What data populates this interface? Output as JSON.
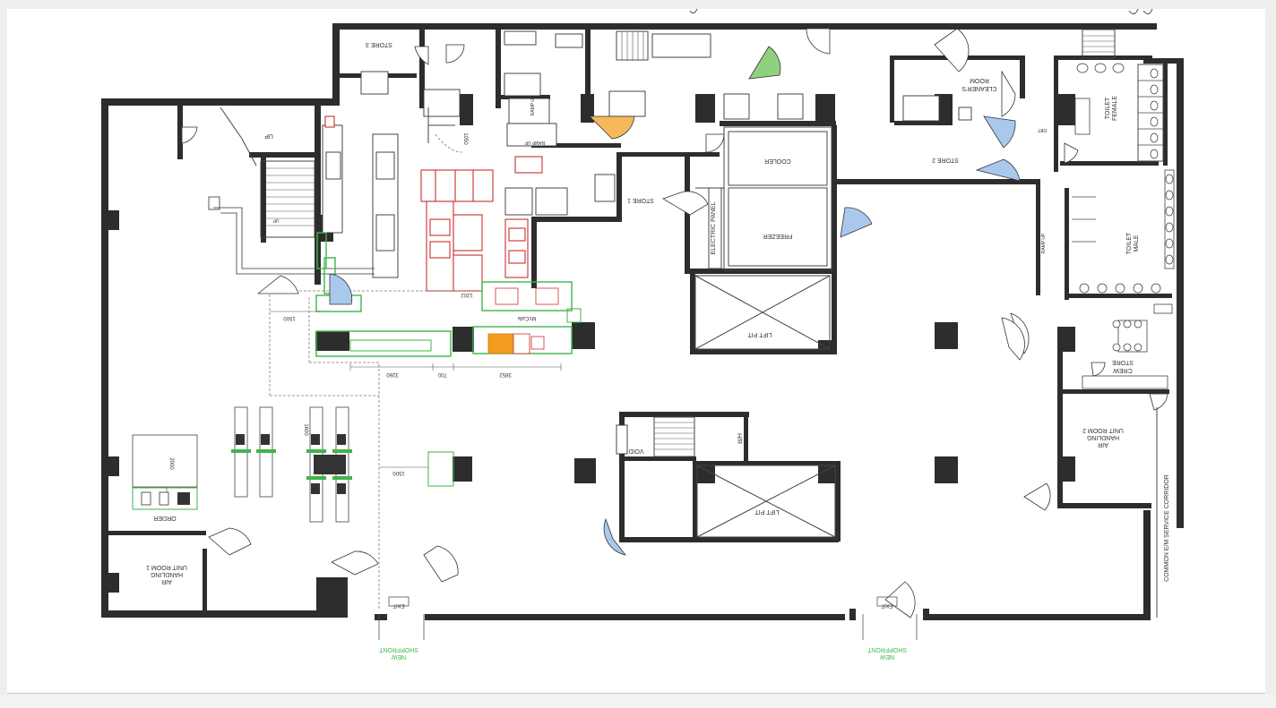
{
  "colors": {
    "wall": "#2d2d2d",
    "kitchen_red": "#c8302f",
    "kitchen_green": "#3fb54a",
    "door_blue": "#a9c9ec",
    "door_green": "#8fd27d",
    "door_orange": "#f4b95a",
    "fryer_orange": "#f39c1f"
  },
  "rooms": {
    "store_3": "STORE 3",
    "store_1": "STORE 1",
    "store_2": "STORE 2",
    "cleaners_room_1": "CLEANER'S",
    "cleaners_room_2": "ROOM",
    "female_toilet_1": "FEMALE",
    "female_toilet_2": "TOILET",
    "male_toilet_1": "MALE",
    "male_toilet_2": "TOILET",
    "cooler": "COOLER",
    "freezer": "FREEZER",
    "electric_panel": "ELECTRIC PANEL",
    "lift_pit_top": "LIFT PIT",
    "lift_pit_bottom": "LIFT PIT",
    "void": "VOID",
    "hr": "H/R",
    "crew_store_1": "CREW",
    "crew_store_2": "STORE",
    "ahu1_1": "AIR",
    "ahu1_2": "HANDLING",
    "ahu1_3": "UNIT ROOM 1",
    "ahu2_1": "AIR",
    "ahu2_2": "HANDLING",
    "ahu2_3": "UNIT ROOM 2",
    "order": "ORDER",
    "service_corridor": "COMMON E/M SERVICE CORRIDOR"
  },
  "annotations": {
    "exit_left": "EXIT",
    "exit_right": "EXIT",
    "shopfront_left_1": "NEW",
    "shopfront_left_2": "SHOPFRONT",
    "shopfront_right_1": "NEW",
    "shopfront_right_2": "SHOPFRONT",
    "up_stair": "UP",
    "up_small": "UP",
    "ramp_up_1": "RAMP UP",
    "ramp_up_2": "RAMP UP",
    "ramp_up_3": "RAMP UP",
    "mccafe": "McCafe",
    "dbt": "DBT",
    "dims": {
      "d1500a": "1500",
      "d1500b": "1500",
      "d3260": "3260",
      "d700": "700",
      "d3852": "3852",
      "d2000": "2000",
      "d1050": "1050",
      "d1600": "1600",
      "d1202": "1202"
    }
  }
}
